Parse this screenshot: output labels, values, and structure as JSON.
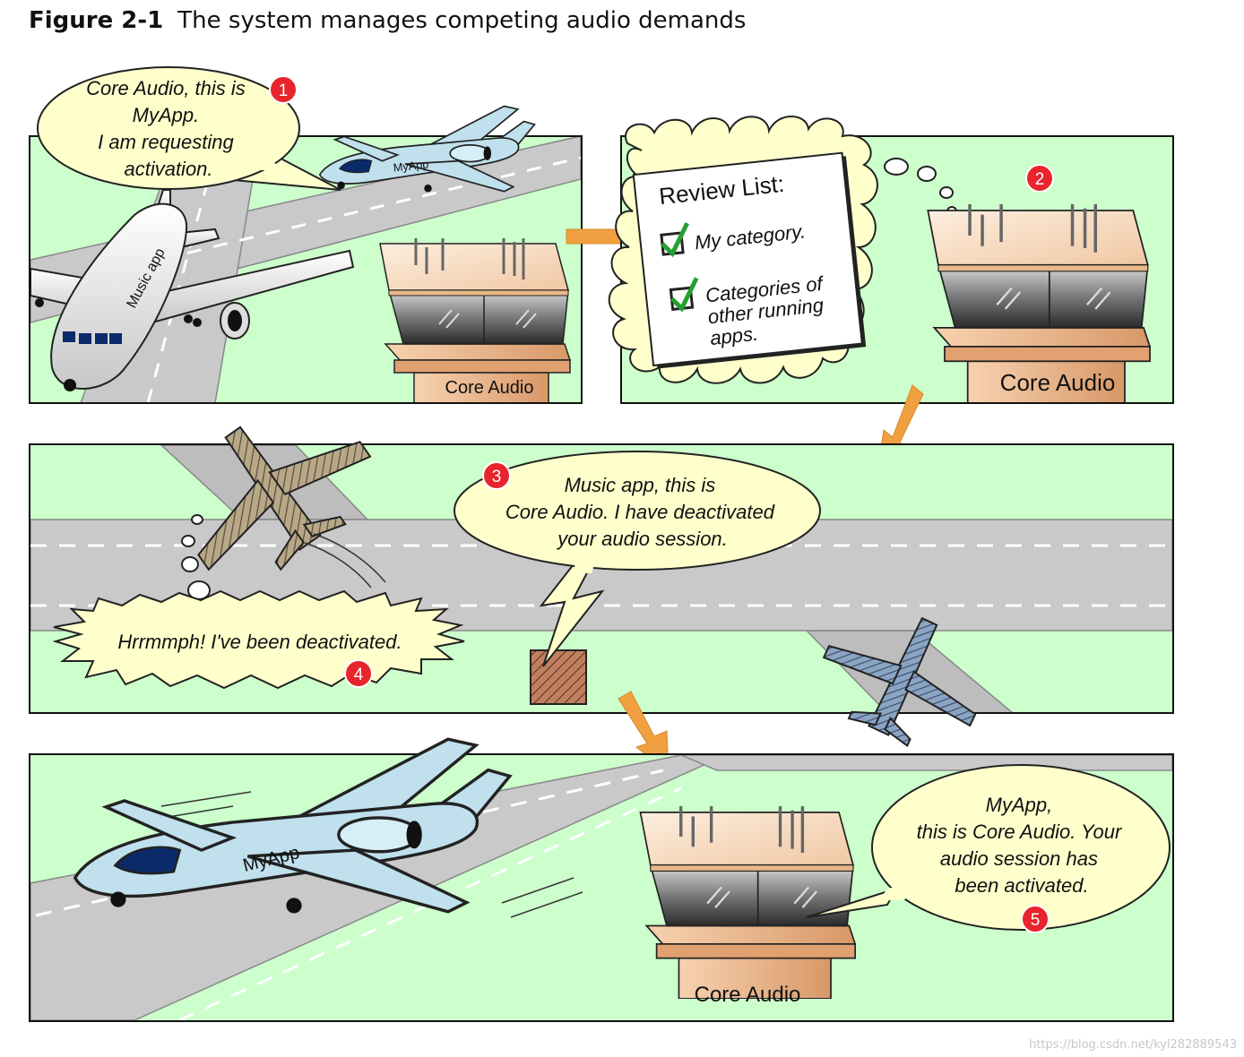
{
  "figure": {
    "number": "Figure 2-1",
    "caption": "The system manages competing audio demands"
  },
  "panels": {
    "p1": {
      "speech": [
        "Core Audio, this is",
        "MyApp.",
        "I am requesting",
        "activation."
      ],
      "step": "1",
      "myapp_plane_label": "MyApp",
      "music_plane_label": "Music app",
      "tower_label": "Core Audio"
    },
    "p2": {
      "review_title": "Review List:",
      "review_items": [
        [
          "My category."
        ],
        [
          "Categories of",
          "other running",
          "apps."
        ]
      ],
      "step": "2",
      "tower_label": "Core Audio"
    },
    "p3": {
      "speech": [
        "Music app, this is",
        "Core Audio. I have deactivated",
        "your audio session."
      ],
      "step": "3",
      "exclaim": "Hrrmmph! I've been deactivated.",
      "exclaim_step": "4"
    },
    "p4": {
      "myapp_plane_label": "MyApp",
      "tower_label": "Core Audio",
      "speech": [
        "MyApp,",
        "this is Core Audio. Your",
        "audio session has",
        "been activated."
      ],
      "step": "5"
    }
  },
  "watermark": "https://blog.csdn.net/kyl282889543",
  "colors": {
    "panel_bg": "#ccffcc",
    "runway": "#c9c9c9",
    "bubble": "#ffffcc",
    "step_badge": "#e8242c",
    "arrow": "#f0a040",
    "tower_top": "#f8dcc0",
    "tower_body": "#eab890",
    "plane_light_blue": "#bfe0ec"
  }
}
